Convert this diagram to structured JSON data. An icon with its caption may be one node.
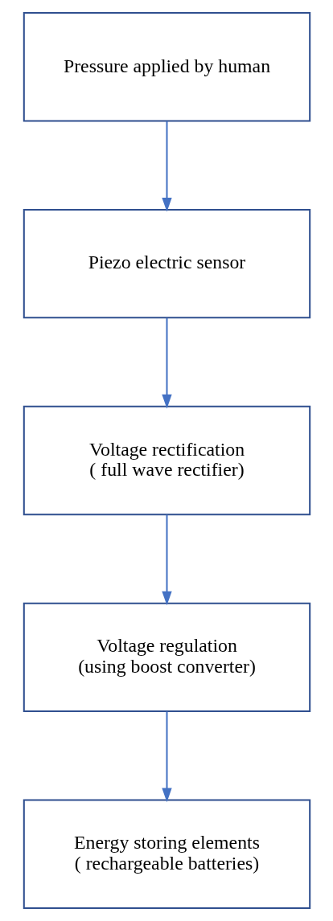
{
  "diagram": {
    "nodes": [
      {
        "text": [
          "Pressure applied by human"
        ]
      },
      {
        "text": [
          "Piezo electric sensor"
        ]
      },
      {
        "text": [
          "Voltage rectification ( full wave rectifier)"
        ]
      },
      {
        "text": [
          "Voltage regulation (using boost converter)"
        ]
      },
      {
        "text": [
          "Energy storing elements ( rechargeable batteries)"
        ]
      }
    ],
    "edges": [
      {
        "from": 0,
        "to": 1,
        "arrow": "to"
      },
      {
        "from": 1,
        "to": 2,
        "arrow": "to"
      },
      {
        "from": 2,
        "to": 3,
        "arrow": "to"
      },
      {
        "from": 3,
        "to": 4,
        "arrow": "to"
      }
    ]
  }
}
